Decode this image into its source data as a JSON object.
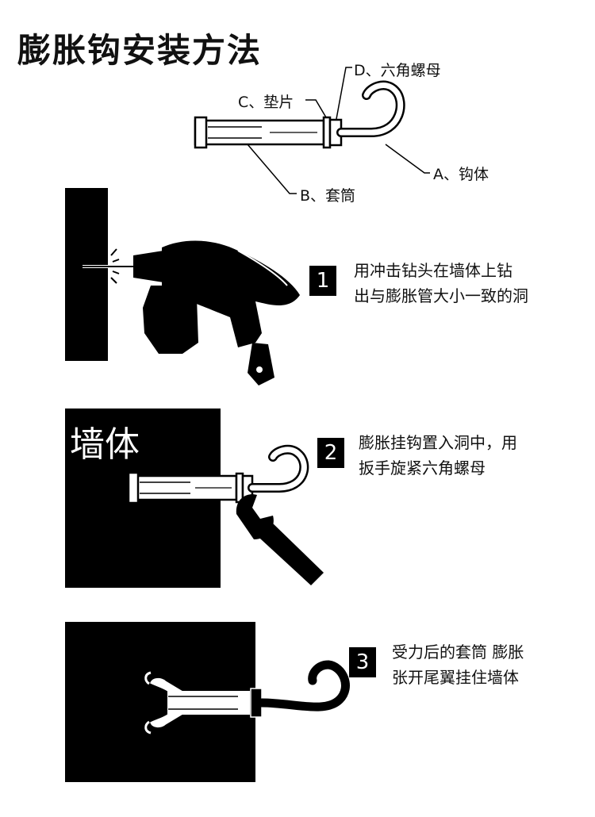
{
  "title": "膨胀钩安装方法",
  "parts": {
    "d": "D、六角螺母",
    "c": "C、垫片",
    "a": "A、钩体",
    "b": "B、套筒"
  },
  "steps": [
    {
      "number": "1",
      "line1": "用冲击钻头在墙体上钻",
      "line2": "出与膨胀管大小一致的洞"
    },
    {
      "number": "2",
      "line1": "膨胀挂钩置入洞中，用",
      "line2": "扳手旋紧六角螺母"
    },
    {
      "number": "3",
      "line1": "受力后的套筒 膨胀",
      "line2": "张开尾翼挂住墙体"
    }
  ],
  "wall_label": "墙体"
}
